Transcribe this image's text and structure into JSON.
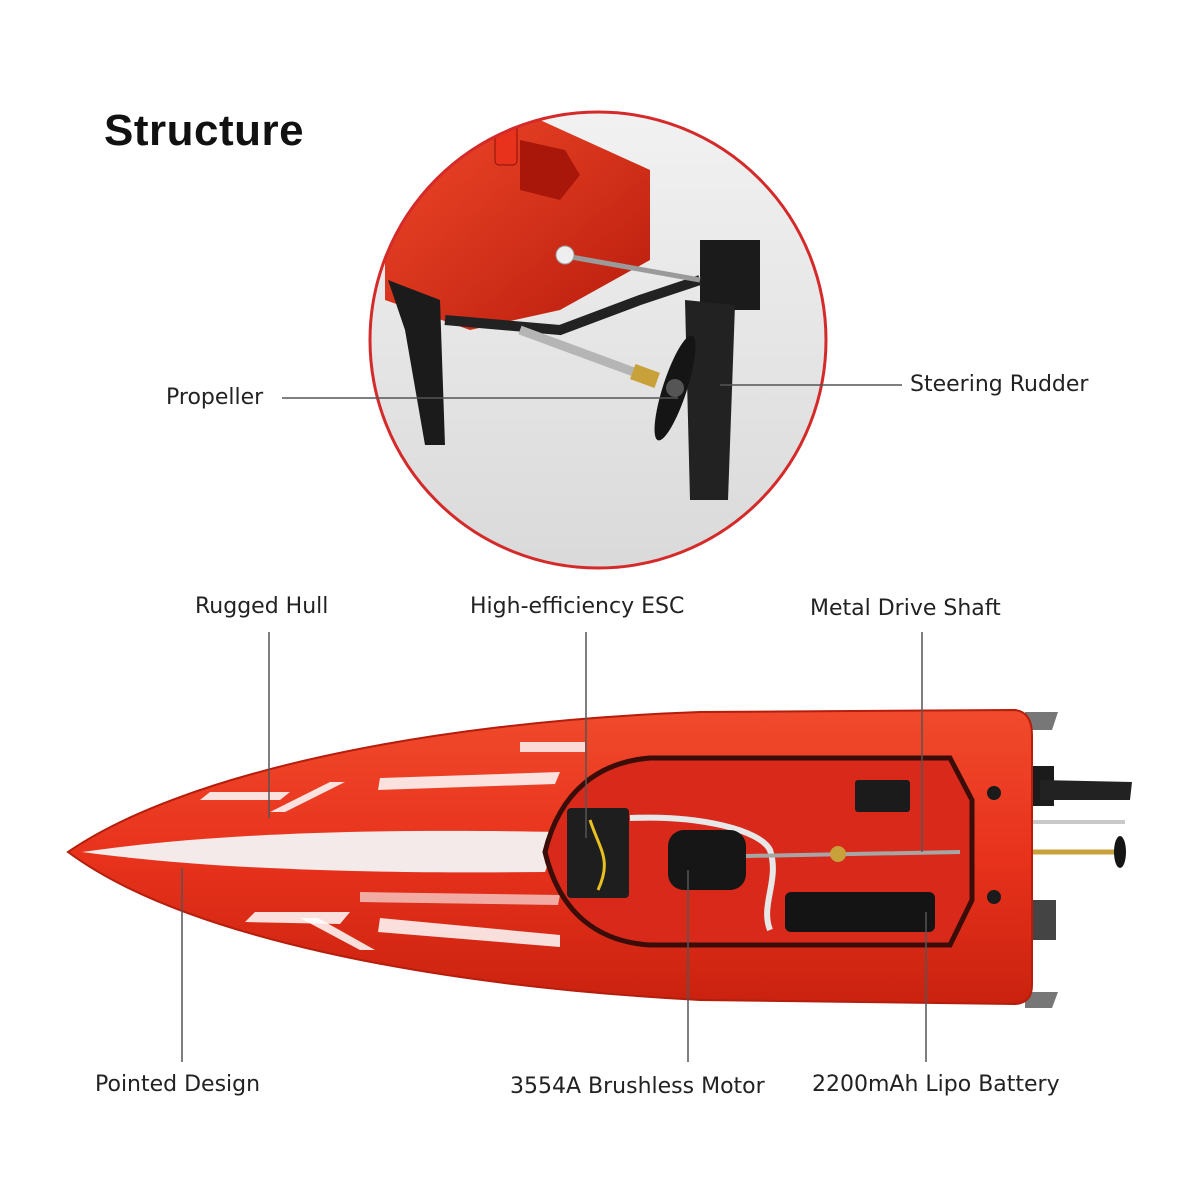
{
  "title": "Structure",
  "callouts": {
    "propeller": "Propeller",
    "steering_rudder": "Steering Rudder",
    "rugged_hull": "Rugged Hull",
    "esc": "High-efficiency ESC",
    "drive_shaft": "Metal Drive Shaft",
    "pointed_design": "Pointed Design",
    "motor": "3554A Brushless Motor",
    "battery": "2200mAh Lipo Battery"
  },
  "colors": {
    "hull_red": "#e8321c",
    "zoom_ring": "#d42a2a",
    "stripe": "#f4f4f4",
    "hardware": "#1b1b1b"
  }
}
